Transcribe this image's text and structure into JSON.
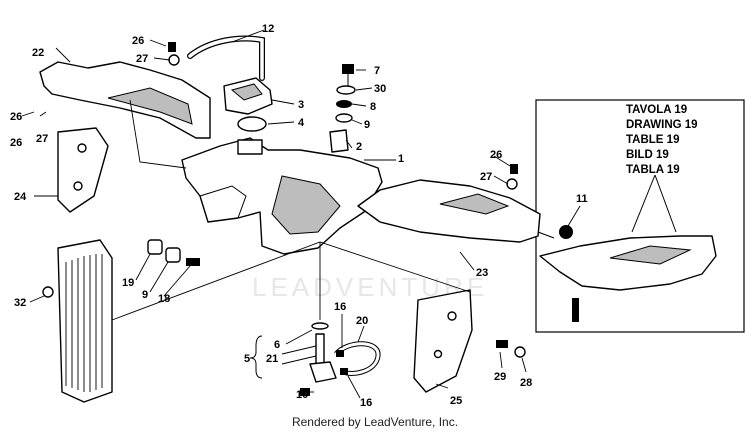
{
  "watermark": "LEADVENTURE",
  "footer": "Rendered by LeadVenture, Inc.",
  "reference_box": [
    "TAVOLA 19",
    "DRAWING 19",
    "TABLE 19",
    "BILD 19",
    "TABLA 19"
  ],
  "labels": {
    "l1": "1",
    "l2": "2",
    "l3": "3",
    "l4": "4",
    "l5": "5",
    "l6": "6",
    "l7": "7",
    "l8": "8",
    "l9a": "9",
    "l9b": "9",
    "l10": "10",
    "l11": "11",
    "l12": "12",
    "l16a": "16",
    "l16b": "16",
    "l18": "18",
    "l19": "19",
    "l20": "20",
    "l21": "21",
    "l22": "22",
    "l23": "23",
    "l24": "24",
    "l25": "25",
    "l26a": "26",
    "l26b": "26",
    "l26c": "26",
    "l27a": "27",
    "l27b": "27",
    "l27c": "27",
    "l28": "28",
    "l29": "29",
    "l30": "30",
    "l32": "32"
  }
}
